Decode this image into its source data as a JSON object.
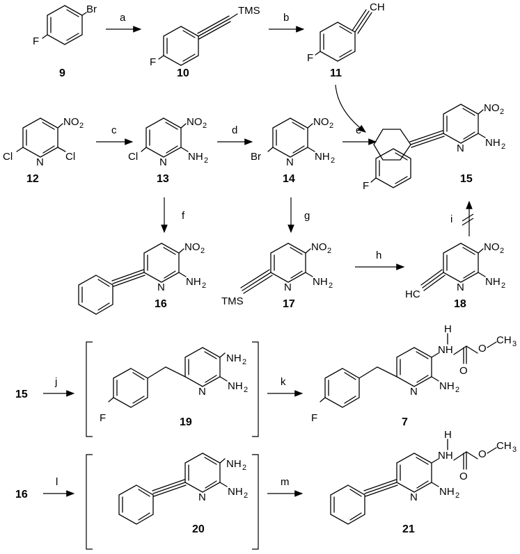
{
  "compounds": {
    "c9": "9",
    "c10": "10",
    "c11": "11",
    "c12": "12",
    "c13": "13",
    "c14": "14",
    "c15": "15",
    "c16": "16",
    "c17": "17",
    "c18": "18",
    "c19": "19",
    "c7": "7",
    "c20": "20",
    "c21": "21",
    "r15": "15",
    "r16": "16"
  },
  "steps": {
    "a": "a",
    "b": "b",
    "c": "c",
    "d": "d",
    "e": "e",
    "f": "f",
    "g": "g",
    "h": "h",
    "i": "i",
    "j": "j",
    "k": "k",
    "l": "l",
    "m": "m"
  },
  "atoms": {
    "Br": "Br",
    "F": "F",
    "TMS": "TMS",
    "CH": "CH",
    "HC": "HC",
    "Cl": "Cl",
    "N": "N",
    "NO": "NO",
    "NH": "NH",
    "H": "H",
    "O": "O",
    "CH3": "CH",
    "sub2": "2",
    "sub3": "3"
  }
}
